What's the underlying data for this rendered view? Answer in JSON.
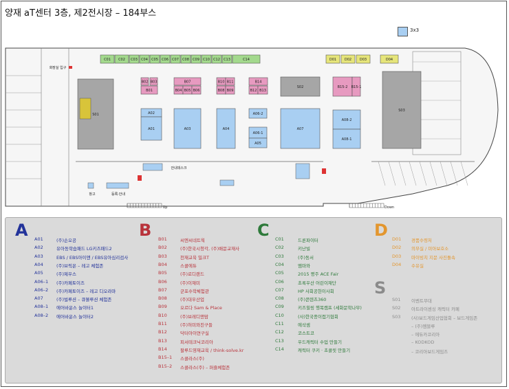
{
  "title": "양재 aT센터 3층, 제2전시장 – 184부스",
  "legend_size": "3x3",
  "colors": {
    "A": "#a9cff2",
    "B": "#e79ac0",
    "C": "#a3d98d",
    "D": "#e6e57a",
    "S": "#a6a6a6",
    "yellow": "#d8c43a"
  },
  "map_labels": {
    "toilet": "화장실 입구",
    "info1": "안내데스크",
    "info2": "등록·안내",
    "storage": "창고",
    "up": "Up",
    "down": "Down"
  },
  "booths": {
    "c_row": [
      "C01",
      "C02",
      "C03",
      "C04",
      "C05",
      "C06",
      "C07",
      "C08",
      "C09",
      "C10",
      "C12",
      "C13",
      "C14"
    ],
    "d_row": [
      "D01",
      "D02",
      "D03",
      "D04"
    ],
    "b_codes": [
      "B02",
      "B03",
      "B01",
      "B07",
      "B04",
      "B05",
      "B06",
      "B10",
      "B11",
      "B08",
      "B09",
      "B14",
      "B12",
      "B13",
      "B15-2",
      "B15-1"
    ],
    "a_codes": [
      "A02",
      "A01",
      "A03",
      "A04",
      "A06-2",
      "A06-1",
      "A05",
      "A07",
      "A08-2",
      "A08-1"
    ],
    "s_codes": [
      "S01",
      "S02",
      "S03"
    ]
  },
  "directory": {
    "A": {
      "letter": "A",
      "color": "#23339a",
      "entries": [
        {
          "code": "A01",
          "name": "(주)손오공"
        },
        {
          "code": "A02",
          "name": "유아동학습패드 LG키즈패드2"
        },
        {
          "code": "A03",
          "name": "EBS / EBS아이앤 / EBS유아심리검사"
        },
        {
          "code": "A04",
          "name": "(주)브릭온 – 레고 체험존"
        },
        {
          "code": "A05",
          "name": "(주)제우스"
        },
        {
          "code": "A06–1",
          "name": "(주)카페토이즈"
        },
        {
          "code": "A06–2",
          "name": "(주)카페토이즈 – 레고 디오라마"
        },
        {
          "code": "A07",
          "name": "(주)벌루션 – 큐볼루션 체험존"
        },
        {
          "code": "A08–1",
          "name": "에어바운스 놀이터1"
        },
        {
          "code": "A08–2",
          "name": "에어바운스 놀이터2"
        }
      ]
    },
    "B": {
      "letter": "B",
      "color": "#b8333b",
      "entries": [
        {
          "code": "B01",
          "name": "씨엔씨네트웍"
        },
        {
          "code": "B02",
          "name": "(주)한국시청각, (주)배문교재사"
        },
        {
          "code": "B03",
          "name": "천재교육 밀크T"
        },
        {
          "code": "B04",
          "name": "스콜에듀"
        },
        {
          "code": "B05",
          "name": "(주)로디랜드"
        },
        {
          "code": "B06",
          "name": "(주)이재미"
        },
        {
          "code": "B07",
          "name": "군포수학체험관"
        },
        {
          "code": "B08",
          "name": "(주)대우산업"
        },
        {
          "code": "B09",
          "name": "오르다 Sam & Place"
        },
        {
          "code": "B10",
          "name": "(주)브레디앤맘"
        },
        {
          "code": "B11",
          "name": "(주)허미와친구들"
        },
        {
          "code": "B12",
          "name": "닥터아이연구실"
        },
        {
          "code": "B13",
          "name": "피서테크닉코리아"
        },
        {
          "code": "B14",
          "name": "팔루드영재교육 / think-solve.kr"
        },
        {
          "code": "B15–1",
          "name": "스콜라스(주)"
        },
        {
          "code": "B15–2",
          "name": "스콜라스(주) – 퍼즐체험존"
        }
      ]
    },
    "C": {
      "letter": "C",
      "color": "#2e7a3b",
      "entries": [
        {
          "code": "C01",
          "name": "드론파이터"
        },
        {
          "code": "C02",
          "name": "키난빌"
        },
        {
          "code": "C03",
          "name": "(주)동서"
        },
        {
          "code": "C04",
          "name": "엠마와"
        },
        {
          "code": "C05",
          "name": "2015 평주 ACE Fair"
        },
        {
          "code": "C06",
          "name": "초록우산 어린이재단"
        },
        {
          "code": "C07",
          "name": "HP 사회공헌이사회"
        },
        {
          "code": "C08",
          "name": "(주)콘텐츠360"
        },
        {
          "code": "C09",
          "name": "키즈힐링 행복캠프 (세화문학나무)"
        },
        {
          "code": "C10",
          "name": "(사)한국종이접기협회"
        },
        {
          "code": "C11",
          "name": "에삭셈"
        },
        {
          "code": "C12",
          "name": "코스트코"
        },
        {
          "code": "C13",
          "name": "우드캐릭터 수업 만들기"
        },
        {
          "code": "C14",
          "name": "캐릭터 쿠키 · 초콜릿 만들기"
        }
      ]
    },
    "D": {
      "letter": "D",
      "color": "#e3962e",
      "entries": [
        {
          "code": "D01",
          "name": "경품수령처"
        },
        {
          "code": "D02",
          "name": "의무실 / 미아보호소"
        },
        {
          "code": "D03",
          "name": "마이빙치 지문 사진돌속"
        },
        {
          "code": "D04",
          "name": "수유실"
        }
      ]
    },
    "S": {
      "letter": "S",
      "color": "#8b8b8b",
      "entries": [
        {
          "code": "S01",
          "name": "이벤트무대"
        },
        {
          "code": "S02",
          "name": "아트라이센싱 캐릭터 카페"
        },
        {
          "code": "S03",
          "name": "(사)보드게임산업협회 – 보드게임존"
        },
        {
          "code": "",
          "name": "– (주)젬블루"
        },
        {
          "code": "",
          "name": "– 에듀카코리아"
        },
        {
          "code": "",
          "name": "– KODKOD"
        },
        {
          "code": "",
          "name": "– 코리아보드게임즈"
        }
      ]
    }
  }
}
